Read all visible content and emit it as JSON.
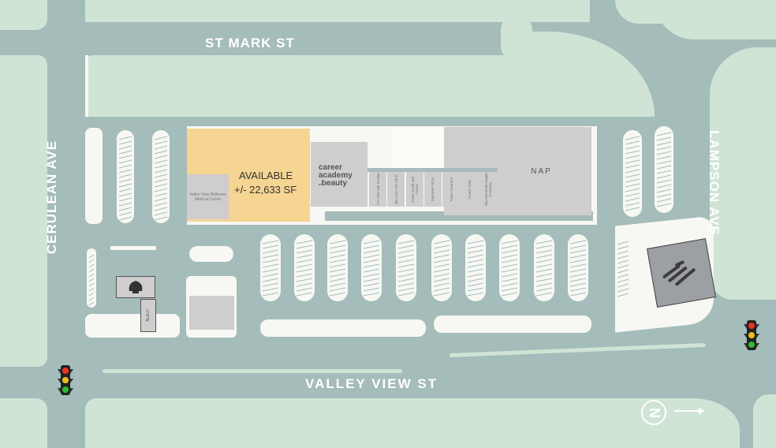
{
  "streets": {
    "north": "ST MARK ST",
    "west": "CERULEAN AVE",
    "east": "LAMPSON AVE",
    "south": "VALLEY VIEW ST"
  },
  "available_space": {
    "status": "AVAILABLE",
    "size": "+/- 22,633 SF",
    "color": "#f6d592"
  },
  "tenants": {
    "wellness": "Valley View Wellness Medical Center",
    "academy": {
      "line1": "career",
      "line2": "academy",
      "line3_small": "of",
      "line3": "beauty"
    },
    "strip": [
      "Pro Star Hair Design",
      "We Care Pet Clinic",
      "Kome Sushi and Fusion",
      "Supreme Pizza",
      "Plaza Cleaners",
      "Pearls Nails",
      "Blue Mountain Bagel Company"
    ],
    "anchor": "NAP",
    "pad_small": "N.A.P"
  },
  "icons": {
    "gas_station": "shell-logo-icon",
    "bank": "bank-logo-icon",
    "traffic_light": "traffic-light-icon",
    "north": "north-compass-icon"
  },
  "compass": {
    "letter": "N"
  },
  "colors": {
    "road": "#a4bcba",
    "green": "#cfe4d4",
    "building": "#cfcdcd",
    "lot": "#f7f8f3"
  }
}
